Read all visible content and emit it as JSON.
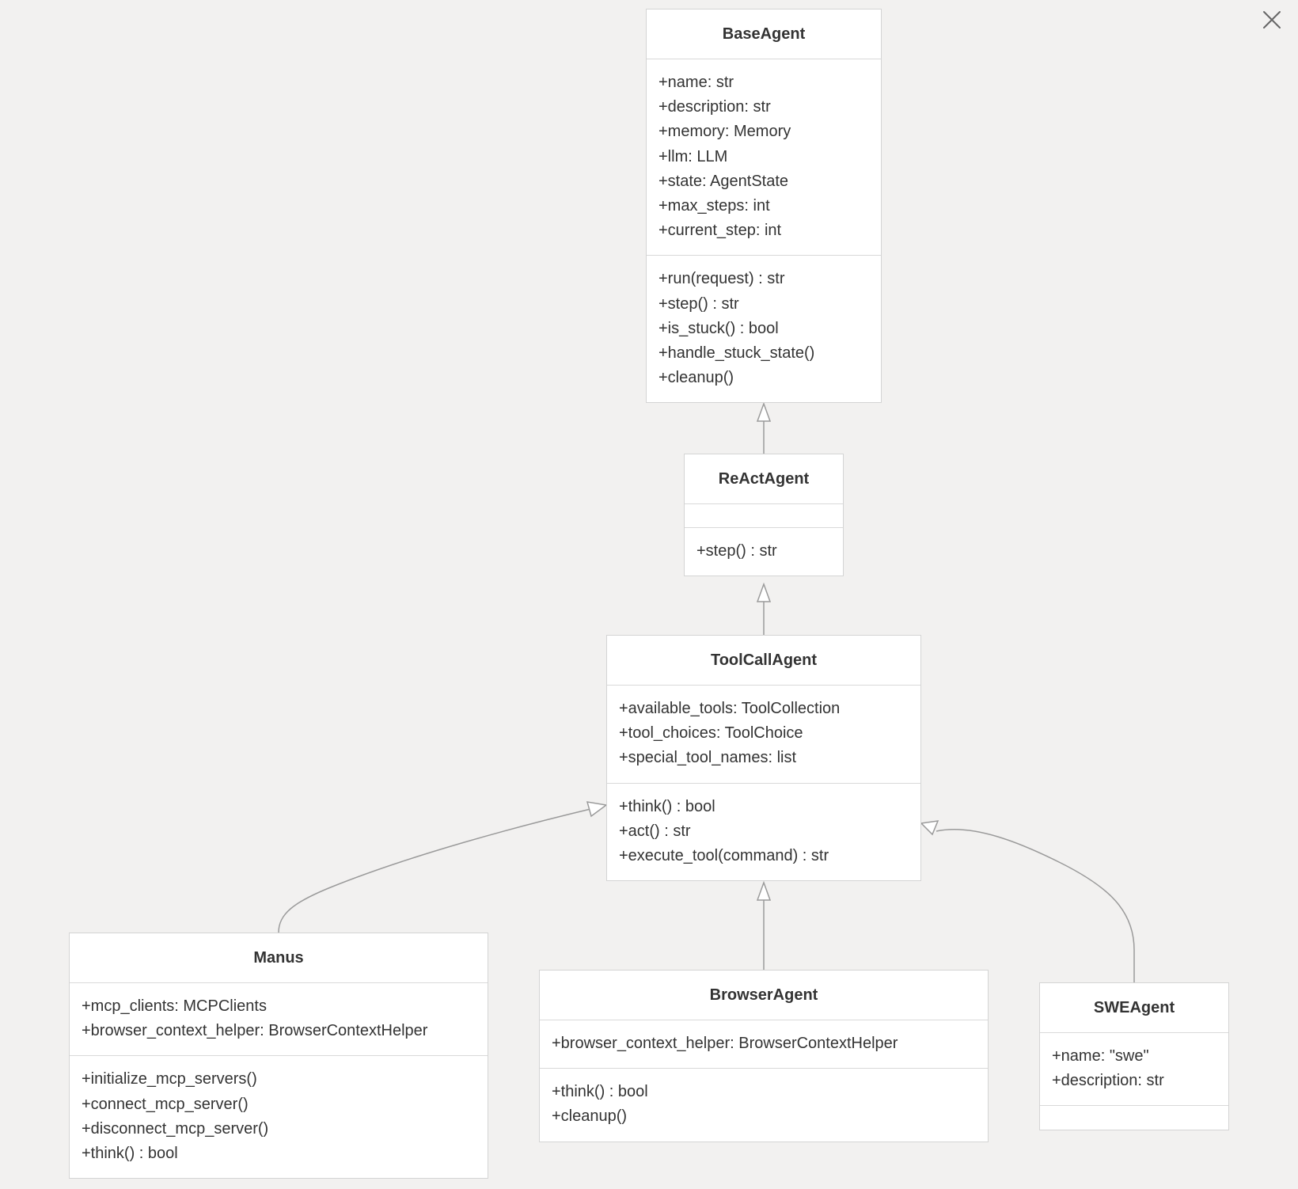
{
  "diagram": {
    "classes": [
      {
        "id": "BaseAgent",
        "title": "BaseAgent",
        "attributes": [
          "+name: str",
          "+description: str",
          "+memory: Memory",
          "+llm: LLM",
          "+state: AgentState",
          "+max_steps: int",
          "+current_step: int"
        ],
        "methods": [
          "+run(request) : str",
          "+step() : str",
          "+is_stuck() : bool",
          "+handle_stuck_state()",
          "+cleanup()"
        ]
      },
      {
        "id": "ReActAgent",
        "title": "ReActAgent",
        "attributes": [],
        "methods": [
          "+step() : str"
        ]
      },
      {
        "id": "ToolCallAgent",
        "title": "ToolCallAgent",
        "attributes": [
          "+available_tools: ToolCollection",
          "+tool_choices: ToolChoice",
          "+special_tool_names: list"
        ],
        "methods": [
          "+think() : bool",
          "+act() : str",
          "+execute_tool(command) : str"
        ]
      },
      {
        "id": "Manus",
        "title": "Manus",
        "attributes": [
          "+mcp_clients: MCPClients",
          "+browser_context_helper: BrowserContextHelper"
        ],
        "methods": [
          "+initialize_mcp_servers()",
          "+connect_mcp_server()",
          "+disconnect_mcp_server()",
          "+think() : bool"
        ]
      },
      {
        "id": "BrowserAgent",
        "title": "BrowserAgent",
        "attributes": [
          "+browser_context_helper: BrowserContextHelper"
        ],
        "methods": [
          "+think() : bool",
          "+cleanup()"
        ]
      },
      {
        "id": "SWEAgent",
        "title": "SWEAgent",
        "attributes": [
          "+name: \"swe\"",
          "+description: str"
        ],
        "methods": []
      }
    ],
    "relations": [
      {
        "from": "ReActAgent",
        "to": "BaseAgent",
        "type": "inheritance"
      },
      {
        "from": "ToolCallAgent",
        "to": "ReActAgent",
        "type": "inheritance"
      },
      {
        "from": "Manus",
        "to": "ToolCallAgent",
        "type": "inheritance"
      },
      {
        "from": "BrowserAgent",
        "to": "ToolCallAgent",
        "type": "inheritance"
      },
      {
        "from": "SWEAgent",
        "to": "ToolCallAgent",
        "type": "inheritance"
      }
    ]
  },
  "toolbar": {
    "close_icon": "close-icon"
  },
  "colors": {
    "background": "#f2f1f0",
    "box": "#ffffff",
    "border": "#d4d4d4",
    "edge": "#999999",
    "text": "#333333"
  }
}
